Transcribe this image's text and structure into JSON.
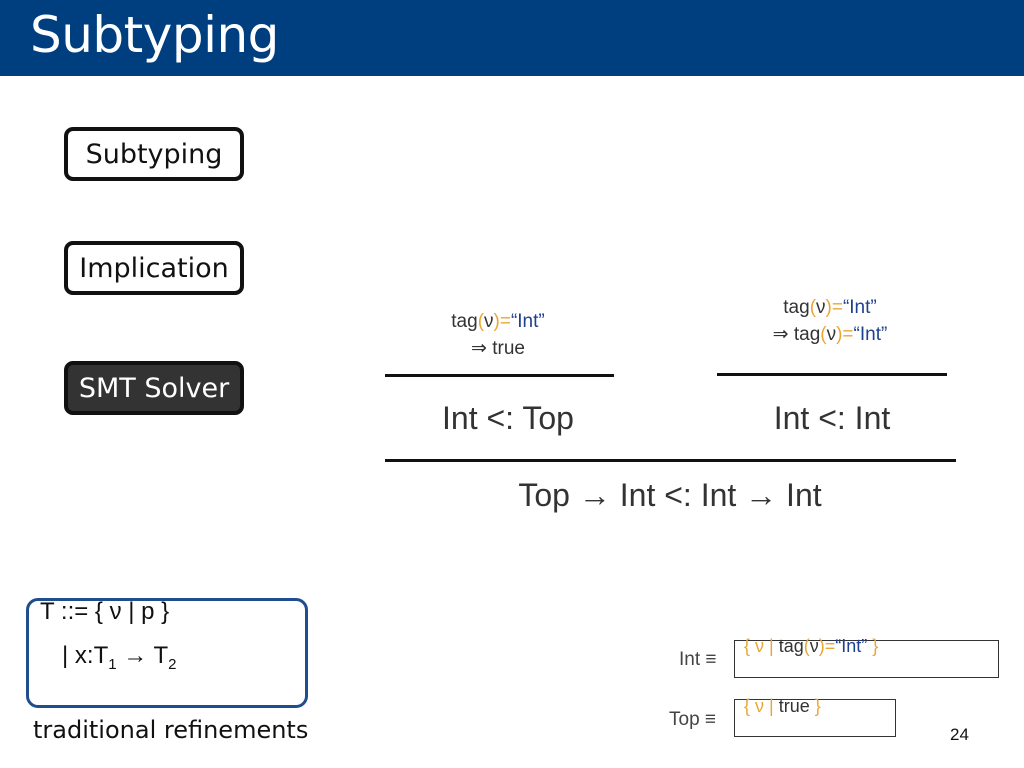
{
  "slide": {
    "title": "Subtyping",
    "page_number": "24"
  },
  "pipeline": {
    "step1": "Subtyping",
    "step2": "Implication",
    "step3": "SMT Solver"
  },
  "derivation": {
    "left_premise": {
      "p1": "tag",
      "p2": "(",
      "p3": "ν",
      "p4": ")=",
      "p5": "“Int”",
      "line2": "⇒ true"
    },
    "right_premise": {
      "l1a": "tag",
      "l1b": "(",
      "l1c": "ν",
      "l1d": ")=",
      "l1e": "“Int”",
      "l2a": "⇒ tag",
      "l2b": "(",
      "l2c": "ν",
      "l2d": ")=",
      "l2e": "“Int”"
    },
    "left_conclusion": "Int <: Top",
    "right_conclusion": "Int <: Int",
    "final_conclusion": "Top → Int <: Int → Int"
  },
  "grammar": {
    "line1": "T ::= { ν | p }",
    "line2_prefix": "|  x:T",
    "line2_sub1": "1",
    "line2_arrow": " → T",
    "line2_sub2": "2",
    "caption": "traditional refinements"
  },
  "definitions": {
    "int_label": "Int ≡",
    "int_open": "{ ν |",
    "int_body_tag": "tag",
    "int_body_paren_open": "(",
    "int_body_nu": "ν",
    "int_body_paren_close": ")=",
    "int_body_str": "“Int”",
    "int_close": "}",
    "top_label": "Top ≡",
    "top_open": "{ ν |",
    "top_body": "true",
    "top_close": "}"
  }
}
